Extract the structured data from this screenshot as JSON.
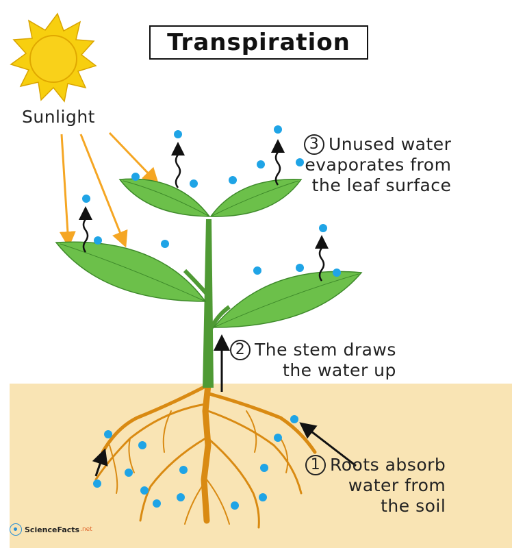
{
  "title": "Transpiration",
  "sun_label": "Sunlight",
  "steps": [
    {
      "number": "3",
      "line1": "Unused water",
      "line2": "evaporates from",
      "line3": "the leaf surface"
    },
    {
      "number": "2",
      "line1": "The stem draws",
      "line2": "the water up"
    },
    {
      "number": "1",
      "line1": "Roots absorb",
      "line2": "water from",
      "line3": "the soil"
    }
  ],
  "watermark": {
    "brand": "ScienceFacts",
    "suffix": ".net"
  },
  "colors": {
    "soil": "#f9e4b4",
    "leaf": "#6cc04a",
    "leaf_dark": "#3e8a2a",
    "stem": "#4f9a34",
    "root": "#d98a12",
    "water": "#1fa4e6",
    "sun_rays": "#f7cf0f",
    "sunlight_arrows": "#f5a623"
  }
}
